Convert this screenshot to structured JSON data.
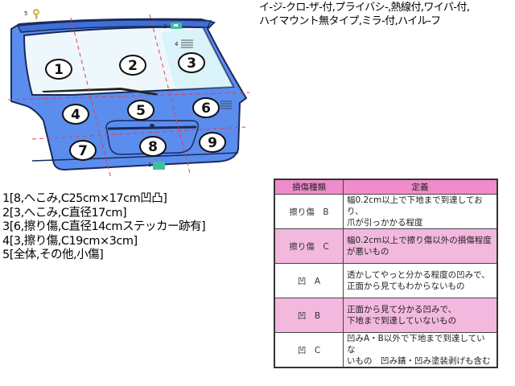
{
  "header": {
    "line1": "イ-ジ-クロ-ザ-付,プライバシ-,熱線付,ワイパ-付,",
    "line2": "ハイマウント無タイプ,ミラ-付,ハイル-フ"
  },
  "diagram": {
    "zones": [
      "1",
      "2",
      "3",
      "4",
      "5",
      "6",
      "7",
      "8",
      "9"
    ],
    "markers": [
      {
        "label": "5",
        "icon": "key-icon"
      },
      {
        "label": "2",
        "icon": "teal-square-marker"
      },
      {
        "label": "4",
        "icon": "scratch-lines-marker"
      },
      {
        "label": "3",
        "icon": "scratch-lines-marker"
      },
      {
        "label": "1",
        "icon": "teal-square-marker"
      }
    ],
    "colors": {
      "body": "#5b8def",
      "glass": "#eaf6fb",
      "outline": "#1a2a5a",
      "gridline": "#e0404a",
      "marker": "#3fbfa0"
    }
  },
  "damage_list": [
    "1[8,へこみ,C25cm×17cm凹凸]",
    "2[3,へこみ,C直径17cm]",
    "3[6,擦り傷,C直径14cmステッカー跡有]",
    "4[3,擦り傷,C19cm×3cm]",
    "5[全体,その他,小傷]"
  ],
  "legend": {
    "headers": [
      "損傷種類",
      "定義"
    ],
    "rows": [
      {
        "type": "擦り傷　B",
        "line1": "幅0.2cm以上で下地まで到達しており、",
        "line2": "爪が引っかかる程度"
      },
      {
        "type": "擦り傷　C",
        "line1": "幅0.2cm以上で擦り傷以外の損傷程度",
        "line2": "が悪いもの"
      },
      {
        "type": "凹　A",
        "line1": "透かしてやっと分かる程度の凹みで、",
        "line2": "正面から見てもわからないもの"
      },
      {
        "type": "凹　B",
        "line1": "正面から見て分かる凹みで、",
        "line2": "下地まで到達していないもの"
      },
      {
        "type": "凹　C",
        "line1": "凹みA・B以外で下地まで到達していな",
        "line2": "いもの　凹み錆・凹み塗装剥げも含む"
      }
    ]
  }
}
